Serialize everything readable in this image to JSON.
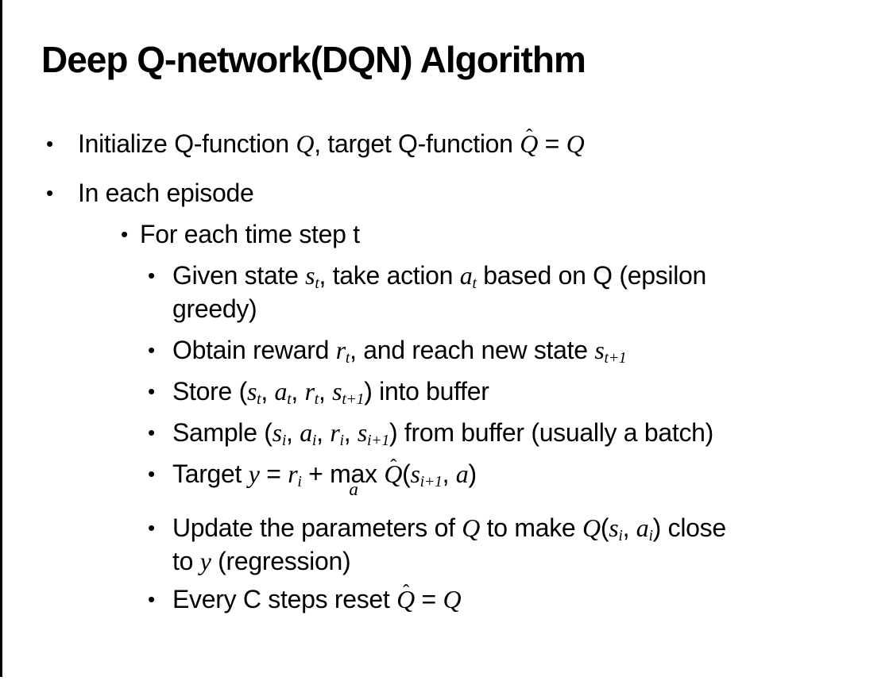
{
  "slide": {
    "title": "Deep Q-network(DQN) Algorithm",
    "bullet_char": "•",
    "hat_char": "ˆ",
    "colors": {
      "text": "#000000",
      "background": "#ffffff",
      "edge_line": "#000000"
    },
    "bullets": [
      {
        "level": 1,
        "lines": [
          [
            {
              "t": "Initialize Q-function "
            },
            {
              "m": "Q"
            },
            {
              "t": ", target Q-function "
            },
            {
              "hat": "Q"
            },
            {
              "t": " = "
            },
            {
              "m": "Q"
            }
          ]
        ]
      },
      {
        "level": 1,
        "lines": [
          [
            {
              "t": "In each episode"
            }
          ]
        ]
      },
      {
        "level": 2,
        "lines": [
          [
            {
              "t": "For each time step t"
            }
          ]
        ]
      },
      {
        "level": 3,
        "lines": [
          [
            {
              "t": "Given state "
            },
            {
              "m": "s",
              "sub": "t"
            },
            {
              "t": ", take action "
            },
            {
              "m": "a",
              "sub": "t"
            },
            {
              "t": " based on Q (epsilon"
            }
          ],
          [
            {
              "t": "greedy)"
            }
          ]
        ]
      },
      {
        "level": 3,
        "lines": [
          [
            {
              "t": "Obtain reward "
            },
            {
              "m": "r",
              "sub": "t"
            },
            {
              "t": ", and reach new state "
            },
            {
              "m": "s",
              "sub": "t+1"
            }
          ]
        ]
      },
      {
        "level": 3,
        "lines": [
          [
            {
              "t": "Store ("
            },
            {
              "m": "s",
              "sub": "t"
            },
            {
              "t": ", "
            },
            {
              "m": "a",
              "sub": "t"
            },
            {
              "t": ", "
            },
            {
              "m": "r",
              "sub": "t"
            },
            {
              "t": ", "
            },
            {
              "m": "s",
              "sub": "t+1"
            },
            {
              "t": ") into buffer"
            }
          ]
        ]
      },
      {
        "level": 3,
        "lines": [
          [
            {
              "t": "Sample ("
            },
            {
              "m": "s",
              "sub": "i"
            },
            {
              "t": ", "
            },
            {
              "m": "a",
              "sub": "i"
            },
            {
              "t": ", "
            },
            {
              "m": "r",
              "sub": "i"
            },
            {
              "t": ", "
            },
            {
              "m": "s",
              "sub": "i+1"
            },
            {
              "t": ") from buffer (usually a batch)"
            }
          ]
        ]
      },
      {
        "level": 3,
        "lines": [
          [
            {
              "t": "Target "
            },
            {
              "m": "y"
            },
            {
              "t": " = "
            },
            {
              "m": "r",
              "sub": "i"
            },
            {
              "t": " + "
            },
            {
              "max": "max",
              "under": "a"
            },
            {
              "t": " "
            },
            {
              "hat": "Q"
            },
            {
              "t": "("
            },
            {
              "m": "s",
              "sub": "i+1"
            },
            {
              "t": ", "
            },
            {
              "m": "a"
            },
            {
              "t": ")"
            }
          ]
        ]
      },
      {
        "level": 3,
        "lines": [
          [
            {
              "t": "Update the parameters of "
            },
            {
              "m": "Q"
            },
            {
              "t": " to make "
            },
            {
              "m": "Q"
            },
            {
              "t": "("
            },
            {
              "m": "s",
              "sub": "i"
            },
            {
              "t": ", "
            },
            {
              "m": "a",
              "sub": "i"
            },
            {
              "t": ") close"
            }
          ],
          [
            {
              "t": "to "
            },
            {
              "m": "y"
            },
            {
              "t": " (regression)"
            }
          ]
        ]
      },
      {
        "level": 3,
        "lines": [
          [
            {
              "t": "Every C steps reset "
            },
            {
              "hat": "Q"
            },
            {
              "t": " = "
            },
            {
              "m": "Q"
            }
          ]
        ]
      }
    ]
  }
}
